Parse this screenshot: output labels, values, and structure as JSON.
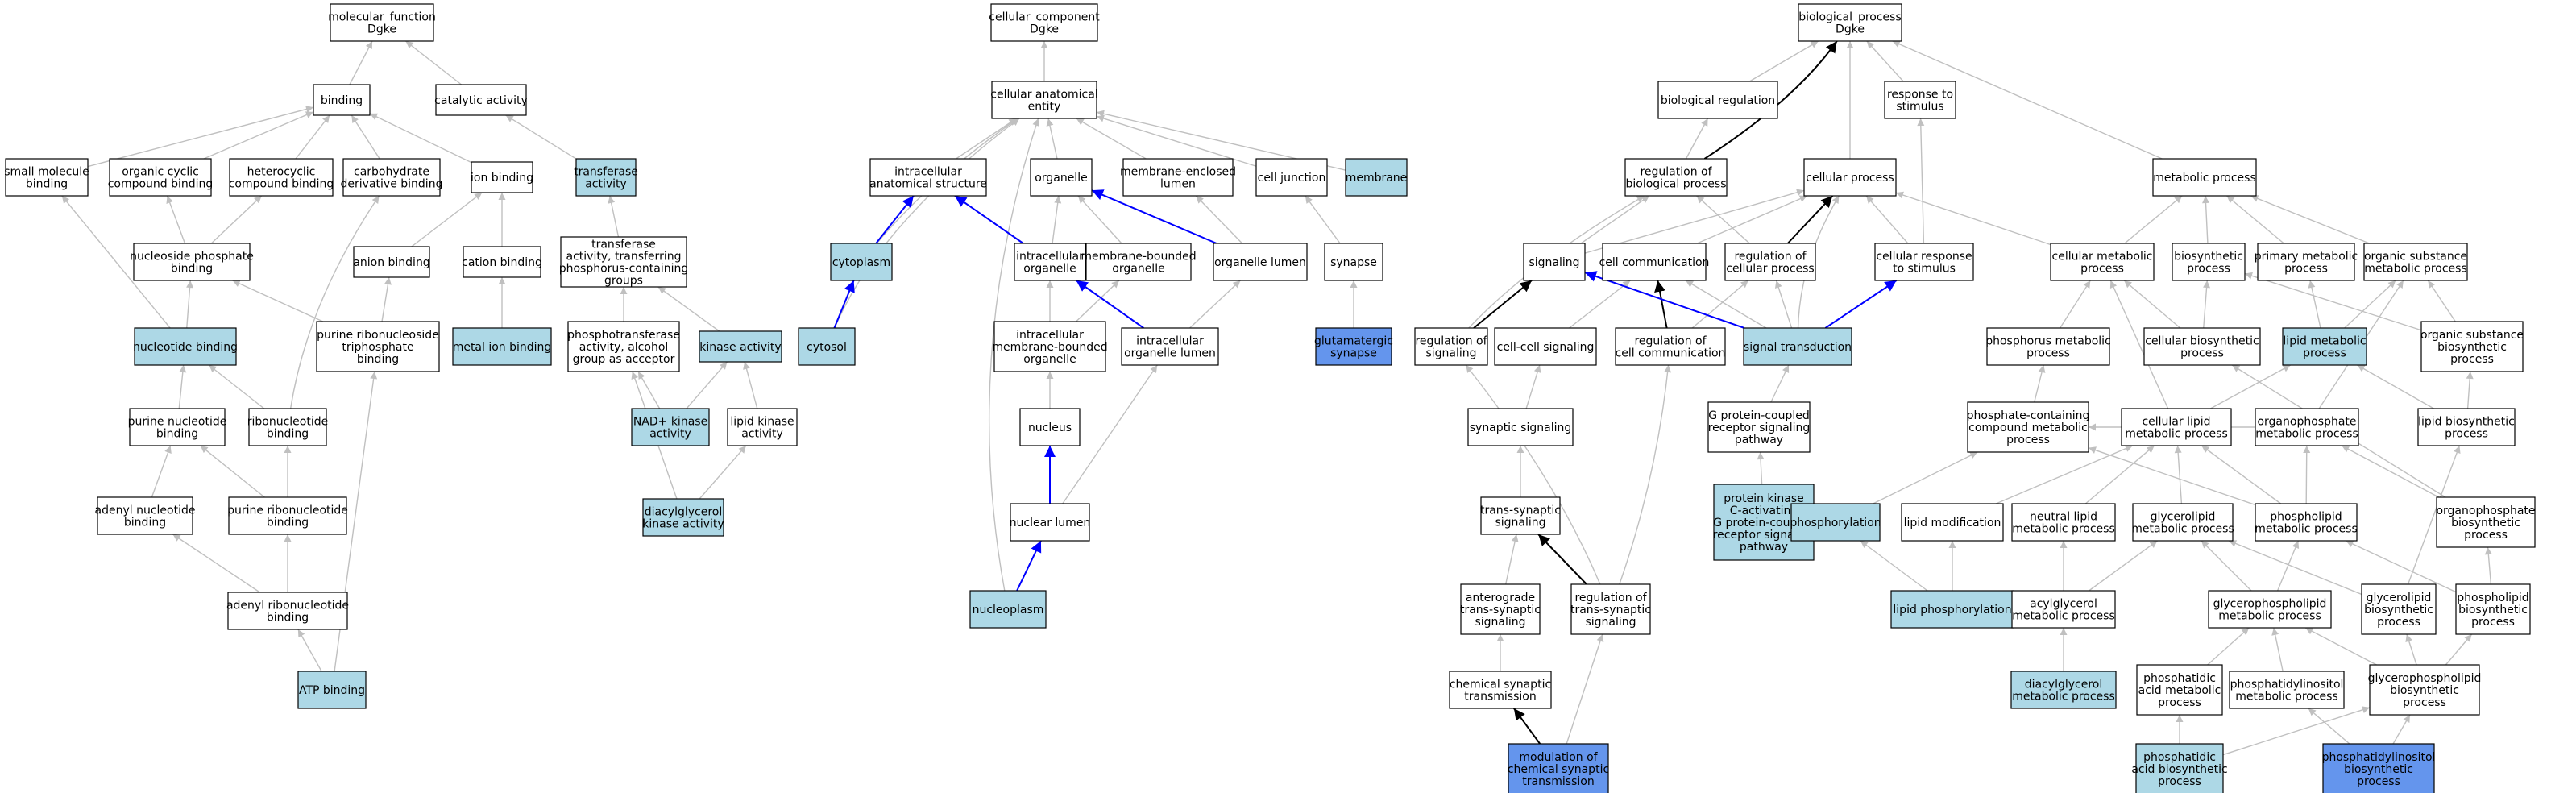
{
  "colors": {
    "plain": "#ffffff",
    "highlight": "#add8e6",
    "query": "#6495ed",
    "edge_gray": "#c0c0c0",
    "edge_black": "#000000",
    "edge_blue": "#0000ff"
  },
  "nodes": {
    "mf_root": {
      "label": [
        "molecular_function",
        "Dgke"
      ],
      "fill": "plain"
    },
    "binding": {
      "label": [
        "binding"
      ],
      "fill": "plain"
    },
    "catalytic_activity": {
      "label": [
        "catalytic activity"
      ],
      "fill": "plain"
    },
    "small_molecule_binding": {
      "label": [
        "small molecule",
        "binding"
      ],
      "fill": "plain"
    },
    "organic_cyclic_binding": {
      "label": [
        "organic cyclic",
        "compound binding"
      ],
      "fill": "plain"
    },
    "heterocyclic_binding": {
      "label": [
        "heterocyclic",
        "compound binding"
      ],
      "fill": "plain"
    },
    "carbohydrate_deriv_binding": {
      "label": [
        "carbohydrate",
        "derivative binding"
      ],
      "fill": "plain"
    },
    "ion_binding": {
      "label": [
        "ion binding"
      ],
      "fill": "plain"
    },
    "transferase_activity": {
      "label": [
        "transferase",
        "activity"
      ],
      "fill": "highlight"
    },
    "nucleoside_phosphate_binding": {
      "label": [
        "nucleoside phosphate",
        "binding"
      ],
      "fill": "plain"
    },
    "anion_binding": {
      "label": [
        "anion binding"
      ],
      "fill": "plain"
    },
    "cation_binding": {
      "label": [
        "cation binding"
      ],
      "fill": "plain"
    },
    "transferase_phosphorus": {
      "label": [
        "transferase",
        "activity, transferring",
        "phosphorus-containing",
        "groups"
      ],
      "fill": "plain"
    },
    "nucleotide_binding": {
      "label": [
        "nucleotide binding"
      ],
      "fill": "highlight"
    },
    "purine_ribonucleoside_tp_binding": {
      "label": [
        "purine ribonucleoside",
        "triphosphate",
        "binding"
      ],
      "fill": "plain"
    },
    "metal_ion_binding": {
      "label": [
        "metal ion binding"
      ],
      "fill": "highlight"
    },
    "phosphotransferase_alcohol": {
      "label": [
        "phosphotransferase",
        "activity, alcohol",
        "group as acceptor"
      ],
      "fill": "plain"
    },
    "kinase_activity": {
      "label": [
        "kinase activity"
      ],
      "fill": "highlight"
    },
    "purine_nucleotide_binding": {
      "label": [
        "purine nucleotide",
        "binding"
      ],
      "fill": "plain"
    },
    "ribonucleotide_binding": {
      "label": [
        "ribonucleotide",
        "binding"
      ],
      "fill": "plain"
    },
    "nad_kinase": {
      "label": [
        "NAD+ kinase",
        "activity"
      ],
      "fill": "highlight"
    },
    "lipid_kinase": {
      "label": [
        "lipid kinase",
        "activity"
      ],
      "fill": "plain"
    },
    "adenyl_nucleotide_binding": {
      "label": [
        "adenyl nucleotide",
        "binding"
      ],
      "fill": "plain"
    },
    "purine_ribonucleotide_binding": {
      "label": [
        "purine ribonucleotide",
        "binding"
      ],
      "fill": "plain"
    },
    "dag_kinase": {
      "label": [
        "diacylglycerol",
        "kinase activity"
      ],
      "fill": "highlight"
    },
    "adenyl_ribonucleotide_binding": {
      "label": [
        "adenyl ribonucleotide",
        "binding"
      ],
      "fill": "plain"
    },
    "atp_binding": {
      "label": [
        "ATP binding"
      ],
      "fill": "highlight"
    },
    "cc_root": {
      "label": [
        "cellular_component",
        "Dgke"
      ],
      "fill": "plain"
    },
    "cellular_anatomical_entity": {
      "label": [
        "cellular anatomical",
        "entity"
      ],
      "fill": "plain"
    },
    "intracellular_anat_structure": {
      "label": [
        "intracellular",
        "anatomical structure"
      ],
      "fill": "plain"
    },
    "organelle": {
      "label": [
        "organelle"
      ],
      "fill": "plain"
    },
    "membrane_enclosed_lumen": {
      "label": [
        "membrane-enclosed",
        "lumen"
      ],
      "fill": "plain"
    },
    "cell_junction": {
      "label": [
        "cell junction"
      ],
      "fill": "plain"
    },
    "membrane": {
      "label": [
        "membrane"
      ],
      "fill": "highlight"
    },
    "cytoplasm": {
      "label": [
        "cytoplasm"
      ],
      "fill": "highlight"
    },
    "intracellular_organelle": {
      "label": [
        "intracellular",
        "organelle"
      ],
      "fill": "plain"
    },
    "membrane_bounded_organelle": {
      "label": [
        "membrane-bounded",
        "organelle"
      ],
      "fill": "plain"
    },
    "organelle_lumen": {
      "label": [
        "organelle lumen"
      ],
      "fill": "plain"
    },
    "synapse": {
      "label": [
        "synapse"
      ],
      "fill": "plain"
    },
    "cytosol": {
      "label": [
        "cytosol"
      ],
      "fill": "highlight"
    },
    "intracellular_mb_organelle": {
      "label": [
        "intracellular",
        "membrane-bounded",
        "organelle"
      ],
      "fill": "plain"
    },
    "intracellular_organelle_lumen": {
      "label": [
        "intracellular",
        "organelle lumen"
      ],
      "fill": "plain"
    },
    "glutamatergic_synapse": {
      "label": [
        "glutamatergic",
        "synapse"
      ],
      "fill": "query"
    },
    "nucleus": {
      "label": [
        "nucleus"
      ],
      "fill": "plain"
    },
    "nuclear_lumen": {
      "label": [
        "nuclear lumen"
      ],
      "fill": "plain"
    },
    "nucleoplasm": {
      "label": [
        "nucleoplasm"
      ],
      "fill": "highlight"
    },
    "bp_root": {
      "label": [
        "biological_process",
        "Dgke"
      ],
      "fill": "plain"
    },
    "biological_regulation": {
      "label": [
        "biological regulation"
      ],
      "fill": "plain"
    },
    "response_to_stimulus": {
      "label": [
        "response to",
        "stimulus"
      ],
      "fill": "plain"
    },
    "regulation_bio_process": {
      "label": [
        "regulation of",
        "biological process"
      ],
      "fill": "plain"
    },
    "cellular_process": {
      "label": [
        "cellular process"
      ],
      "fill": "plain"
    },
    "metabolic_process": {
      "label": [
        "metabolic process"
      ],
      "fill": "plain"
    },
    "signaling": {
      "label": [
        "signaling"
      ],
      "fill": "plain"
    },
    "cell_communication": {
      "label": [
        "cell communication"
      ],
      "fill": "plain"
    },
    "regulation_cellular_process": {
      "label": [
        "regulation of",
        "cellular process"
      ],
      "fill": "plain"
    },
    "cellular_response_stimulus": {
      "label": [
        "cellular response",
        "to stimulus"
      ],
      "fill": "plain"
    },
    "cellular_metabolic_process": {
      "label": [
        "cellular metabolic",
        "process"
      ],
      "fill": "plain"
    },
    "biosynthetic_process": {
      "label": [
        "biosynthetic",
        "process"
      ],
      "fill": "plain"
    },
    "primary_metabolic_process": {
      "label": [
        "primary metabolic",
        "process"
      ],
      "fill": "plain"
    },
    "organic_substance_metabolic": {
      "label": [
        "organic substance",
        "metabolic process"
      ],
      "fill": "plain"
    },
    "regulation_of_signaling": {
      "label": [
        "regulation of",
        "signaling"
      ],
      "fill": "plain"
    },
    "cell_cell_signaling": {
      "label": [
        "cell-cell signaling"
      ],
      "fill": "plain"
    },
    "regulation_cell_communication": {
      "label": [
        "regulation of",
        "cell communication"
      ],
      "fill": "plain"
    },
    "signal_transduction": {
      "label": [
        "signal transduction"
      ],
      "fill": "highlight"
    },
    "phosphorus_metabolic": {
      "label": [
        "phosphorus metabolic",
        "process"
      ],
      "fill": "plain"
    },
    "cellular_biosynthetic": {
      "label": [
        "cellular biosynthetic",
        "process"
      ],
      "fill": "plain"
    },
    "lipid_metabolic": {
      "label": [
        "lipid metabolic",
        "process"
      ],
      "fill": "highlight"
    },
    "organic_substance_biosynthetic": {
      "label": [
        "organic substance",
        "biosynthetic",
        "process"
      ],
      "fill": "plain"
    },
    "synaptic_signaling": {
      "label": [
        "synaptic signaling"
      ],
      "fill": "plain"
    },
    "gpcr_pathway": {
      "label": [
        "G protein-coupled",
        "receptor signaling",
        "pathway"
      ],
      "fill": "plain"
    },
    "phosphate_containing_metabolic": {
      "label": [
        "phosphate-containing",
        "compound metabolic",
        "process"
      ],
      "fill": "plain"
    },
    "cellular_lipid_metabolic": {
      "label": [
        "cellular lipid",
        "metabolic process"
      ],
      "fill": "plain"
    },
    "organophosphate_metabolic": {
      "label": [
        "organophosphate",
        "metabolic process"
      ],
      "fill": "plain"
    },
    "lipid_biosynthetic": {
      "label": [
        "lipid biosynthetic",
        "process"
      ],
      "fill": "plain"
    },
    "trans_synaptic_signaling": {
      "label": [
        "trans-synaptic",
        "signaling"
      ],
      "fill": "plain"
    },
    "pkc_gpcr_pathway": {
      "label": [
        "protein kinase",
        "C-activating",
        "G protein-coupled",
        "receptor signaling",
        "pathway"
      ],
      "fill": "highlight"
    },
    "phosphorylation": {
      "label": [
        "phosphorylation"
      ],
      "fill": "highlight"
    },
    "lipid_modification": {
      "label": [
        "lipid modification"
      ],
      "fill": "plain"
    },
    "neutral_lipid_metabolic": {
      "label": [
        "neutral lipid",
        "metabolic process"
      ],
      "fill": "plain"
    },
    "glycerolipid_metabolic": {
      "label": [
        "glycerolipid",
        "metabolic process"
      ],
      "fill": "plain"
    },
    "phospholipid_metabolic": {
      "label": [
        "phospholipid",
        "metabolic process"
      ],
      "fill": "plain"
    },
    "organophosphate_biosynthetic": {
      "label": [
        "organophosphate",
        "biosynthetic",
        "process"
      ],
      "fill": "plain"
    },
    "anterograde_signaling": {
      "label": [
        "anterograde",
        "trans-synaptic",
        "signaling"
      ],
      "fill": "plain"
    },
    "regulation_trans_synaptic": {
      "label": [
        "regulation of",
        "trans-synaptic",
        "signaling"
      ],
      "fill": "plain"
    },
    "lipid_phosphorylation": {
      "label": [
        "lipid phosphorylation"
      ],
      "fill": "highlight"
    },
    "acylglycerol_metabolic": {
      "label": [
        "acylglycerol",
        "metabolic process"
      ],
      "fill": "plain"
    },
    "glycerophospholipid_metabolic": {
      "label": [
        "glycerophospholipid",
        "metabolic process"
      ],
      "fill": "plain"
    },
    "glycerolipid_biosynthetic": {
      "label": [
        "glycerolipid",
        "biosynthetic",
        "process"
      ],
      "fill": "plain"
    },
    "phospholipid_biosynthetic": {
      "label": [
        "phospholipid",
        "biosynthetic",
        "process"
      ],
      "fill": "plain"
    },
    "chemical_synaptic_transmission": {
      "label": [
        "chemical synaptic",
        "transmission"
      ],
      "fill": "plain"
    },
    "dag_metabolic": {
      "label": [
        "diacylglycerol",
        "metabolic process"
      ],
      "fill": "highlight"
    },
    "phosphatidic_acid_metabolic": {
      "label": [
        "phosphatidic",
        "acid metabolic",
        "process"
      ],
      "fill": "plain"
    },
    "phosphatidylinositol_metabolic": {
      "label": [
        "phosphatidylinositol",
        "metabolic process"
      ],
      "fill": "plain"
    },
    "glycerophospholipid_biosynthetic": {
      "label": [
        "glycerophospholipid",
        "biosynthetic",
        "process"
      ],
      "fill": "plain"
    },
    "modulation_chemical_synaptic": {
      "label": [
        "modulation of",
        "chemical synaptic",
        "transmission"
      ],
      "fill": "query"
    },
    "phosphatidic_acid_biosynthetic": {
      "label": [
        "phosphatidic",
        "acid biosynthetic",
        "process"
      ],
      "fill": "highlight"
    },
    "phosphatidylinositol_biosynthetic": {
      "label": [
        "phosphatidylinositol",
        "biosynthetic",
        "process"
      ],
      "fill": "query"
    }
  }
}
